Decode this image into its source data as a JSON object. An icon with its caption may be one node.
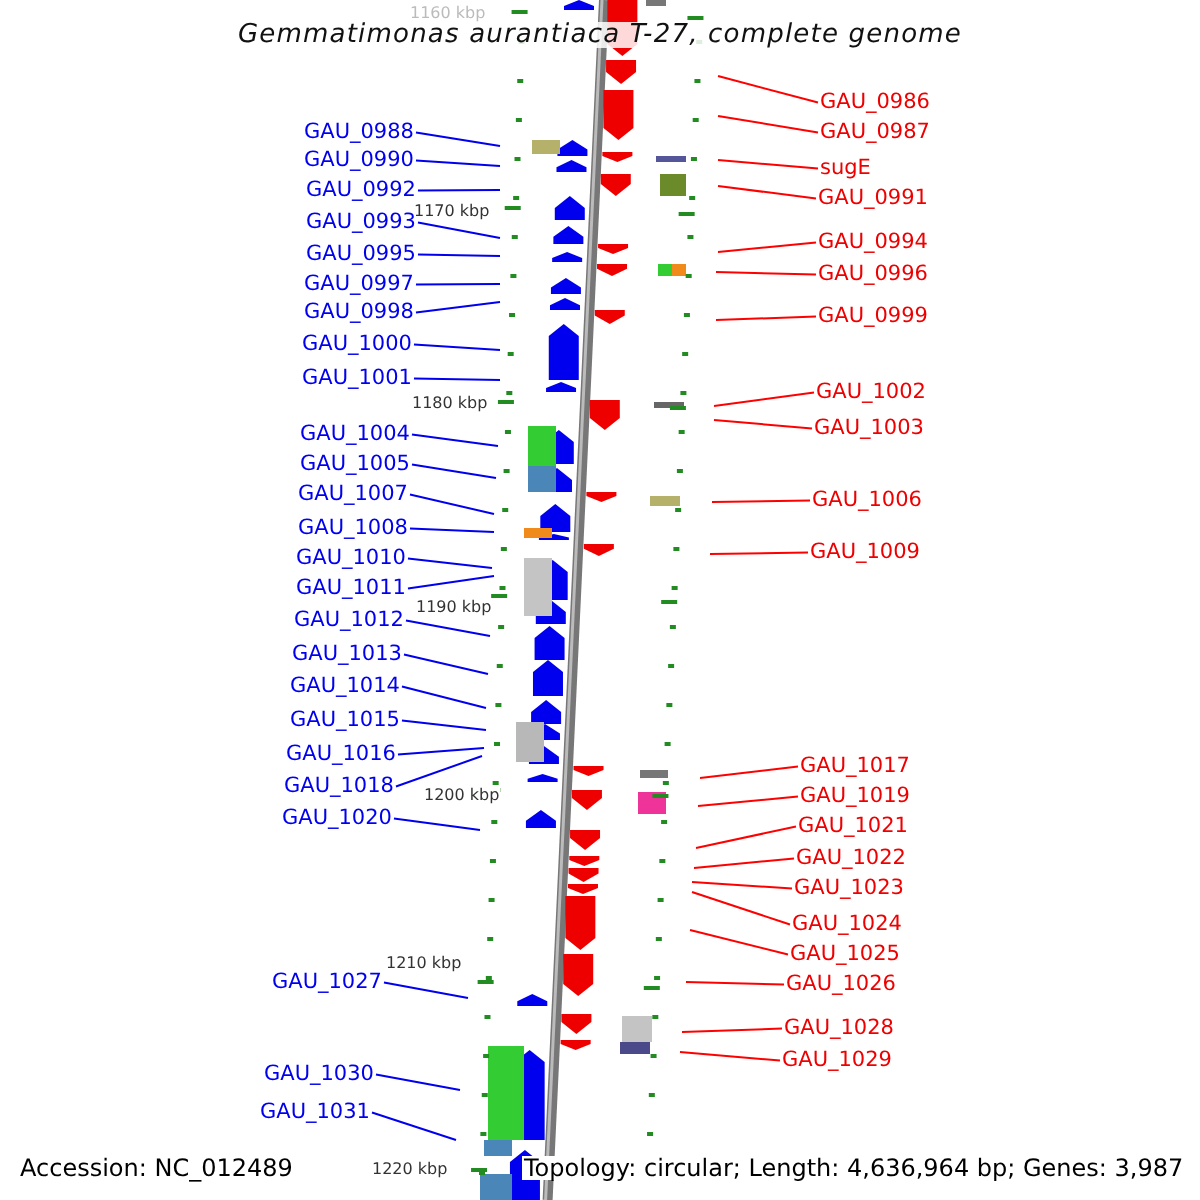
{
  "diagram": {
    "title": "Gemmatimonas aurantiaca T-27, complete genome",
    "nodes": [
      {
        "text": [
          "GAU_0988"
        ]
      },
      {
        "text": [
          "GAU_0990"
        ]
      },
      {
        "text": [
          "GAU_0992"
        ]
      },
      {
        "text": [
          "GAU_0993"
        ]
      },
      {
        "text": [
          "GAU_0995"
        ]
      },
      {
        "text": [
          "GAU_0997"
        ]
      },
      {
        "text": [
          "GAU_0998"
        ]
      },
      {
        "text": [
          "GAU_1000"
        ]
      },
      {
        "text": [
          "GAU_1001"
        ]
      },
      {
        "text": [
          "GAU_1004"
        ]
      },
      {
        "text": [
          "GAU_1005"
        ]
      },
      {
        "text": [
          "GAU_1007"
        ]
      },
      {
        "text": [
          "GAU_1008"
        ]
      },
      {
        "text": [
          "GAU_1010"
        ]
      },
      {
        "text": [
          "GAU_1011"
        ]
      },
      {
        "text": [
          "GAU_1012"
        ]
      },
      {
        "text": [
          "GAU_1013"
        ]
      },
      {
        "text": [
          "GAU_1014"
        ]
      },
      {
        "text": [
          "GAU_1015"
        ]
      },
      {
        "text": [
          "GAU_1016"
        ]
      },
      {
        "text": [
          "GAU_1018"
        ]
      },
      {
        "text": [
          "GAU_1020"
        ]
      },
      {
        "text": [
          "GAU_1027"
        ]
      },
      {
        "text": [
          "GAU_1030"
        ]
      },
      {
        "text": [
          "GAU_1031"
        ]
      },
      {
        "text": [
          "GAU_0986"
        ]
      },
      {
        "text": [
          "GAU_0987"
        ]
      },
      {
        "text": [
          "sugE"
        ]
      },
      {
        "text": [
          "GAU_0991"
        ]
      },
      {
        "text": [
          "GAU_0994"
        ]
      },
      {
        "text": [
          "GAU_0996"
        ]
      },
      {
        "text": [
          "GAU_0999"
        ]
      },
      {
        "text": [
          "GAU_1002"
        ]
      },
      {
        "text": [
          "GAU_1003"
        ]
      },
      {
        "text": [
          "GAU_1006"
        ]
      },
      {
        "text": [
          "GAU_1009"
        ]
      },
      {
        "text": [
          "GAU_1017"
        ]
      },
      {
        "text": [
          "GAU_1019"
        ]
      },
      {
        "text": [
          "GAU_1021"
        ]
      },
      {
        "text": [
          "GAU_1022"
        ]
      },
      {
        "text": [
          "GAU_1023"
        ]
      },
      {
        "text": [
          "GAU_1024"
        ]
      },
      {
        "text": [
          "GAU_1025"
        ]
      },
      {
        "text": [
          "GAU_1026"
        ]
      },
      {
        "text": [
          "GAU_1028"
        ]
      },
      {
        "text": [
          "GAU_1029"
        ]
      }
    ],
    "edges": [
      {
        "from": 0,
        "to": null,
        "arrow": "none"
      },
      {
        "from": 1,
        "to": null,
        "arrow": "none"
      },
      {
        "from": 2,
        "to": null,
        "arrow": "none"
      },
      {
        "from": 3,
        "to": null,
        "arrow": "none"
      },
      {
        "from": 4,
        "to": null,
        "arrow": "none"
      },
      {
        "from": 5,
        "to": null,
        "arrow": "none"
      },
      {
        "from": 6,
        "to": null,
        "arrow": "none"
      },
      {
        "from": 7,
        "to": null,
        "arrow": "none"
      },
      {
        "from": 8,
        "to": null,
        "arrow": "none"
      },
      {
        "from": 9,
        "to": null,
        "arrow": "none"
      },
      {
        "from": 10,
        "to": null,
        "arrow": "none"
      },
      {
        "from": 11,
        "to": null,
        "arrow": "none"
      },
      {
        "from": 12,
        "to": null,
        "arrow": "none"
      },
      {
        "from": 13,
        "to": null,
        "arrow": "none"
      },
      {
        "from": 14,
        "to": null,
        "arrow": "none"
      },
      {
        "from": 15,
        "to": null,
        "arrow": "none"
      },
      {
        "from": 16,
        "to": null,
        "arrow": "none"
      },
      {
        "from": 17,
        "to": null,
        "arrow": "none"
      },
      {
        "from": 18,
        "to": null,
        "arrow": "none"
      },
      {
        "from": 19,
        "to": null,
        "arrow": "none"
      },
      {
        "from": 20,
        "to": null,
        "arrow": "none"
      },
      {
        "from": 21,
        "to": null,
        "arrow": "none"
      },
      {
        "from": 22,
        "to": null,
        "arrow": "none"
      },
      {
        "from": 23,
        "to": null,
        "arrow": "none"
      },
      {
        "from": 24,
        "to": null,
        "arrow": "none"
      },
      {
        "from": 25,
        "to": null,
        "arrow": "none",
        "color": "#ff0000"
      },
      {
        "from": 26,
        "to": null,
        "arrow": "none",
        "color": "#ff0000"
      },
      {
        "from": 27,
        "to": null,
        "arrow": "none",
        "color": "#ff0000"
      },
      {
        "from": 28,
        "to": null,
        "arrow": "none",
        "color": "#ff0000"
      },
      {
        "from": 29,
        "to": null,
        "arrow": "none",
        "color": "#ff0000"
      },
      {
        "from": 30,
        "to": null,
        "arrow": "none",
        "color": "#ff0000"
      },
      {
        "from": 31,
        "to": null,
        "arrow": "none",
        "color": "#ff0000"
      },
      {
        "from": 32,
        "to": null,
        "arrow": "none",
        "color": "#ff0000"
      },
      {
        "from": 33,
        "to": null,
        "arrow": "none",
        "color": "#ff0000"
      },
      {
        "from": 34,
        "to": null,
        "arrow": "none",
        "color": "#ff0000"
      },
      {
        "from": 35,
        "to": null,
        "arrow": "none",
        "color": "#ff0000"
      },
      {
        "from": 36,
        "to": null,
        "arrow": "none",
        "color": "#ff0000"
      },
      {
        "from": 37,
        "to": null,
        "arrow": "none",
        "color": "#ff0000"
      },
      {
        "from": 38,
        "to": null,
        "arrow": "none",
        "color": "#ff0000"
      },
      {
        "from": 39,
        "to": null,
        "arrow": "none",
        "color": "#ff0000"
      },
      {
        "from": 40,
        "to": null,
        "arrow": "none",
        "color": "#ff0000"
      },
      {
        "from": 41,
        "to": null,
        "arrow": "none",
        "color": "#ff0000"
      },
      {
        "from": 42,
        "to": null,
        "arrow": "none",
        "color": "#ff0000"
      },
      {
        "from": 43,
        "to": null,
        "arrow": "none",
        "color": "#ff0000"
      },
      {
        "from": 44,
        "to": null,
        "arrow": "none",
        "color": "#ff0000"
      },
      {
        "from": 45,
        "to": null,
        "arrow": "none",
        "color": "#ff0000"
      }
    ],
    "labels": [
      "1160 kbp",
      "1170 kbp",
      "1180 kbp",
      "1190 kbp",
      "1200 kbp",
      "1210 kbp",
      "1220 kbp",
      "Accession: NC_012489",
      "Topology: circular; Length: 4,636,964 bp; Genes: 3,987"
    ]
  }
}
